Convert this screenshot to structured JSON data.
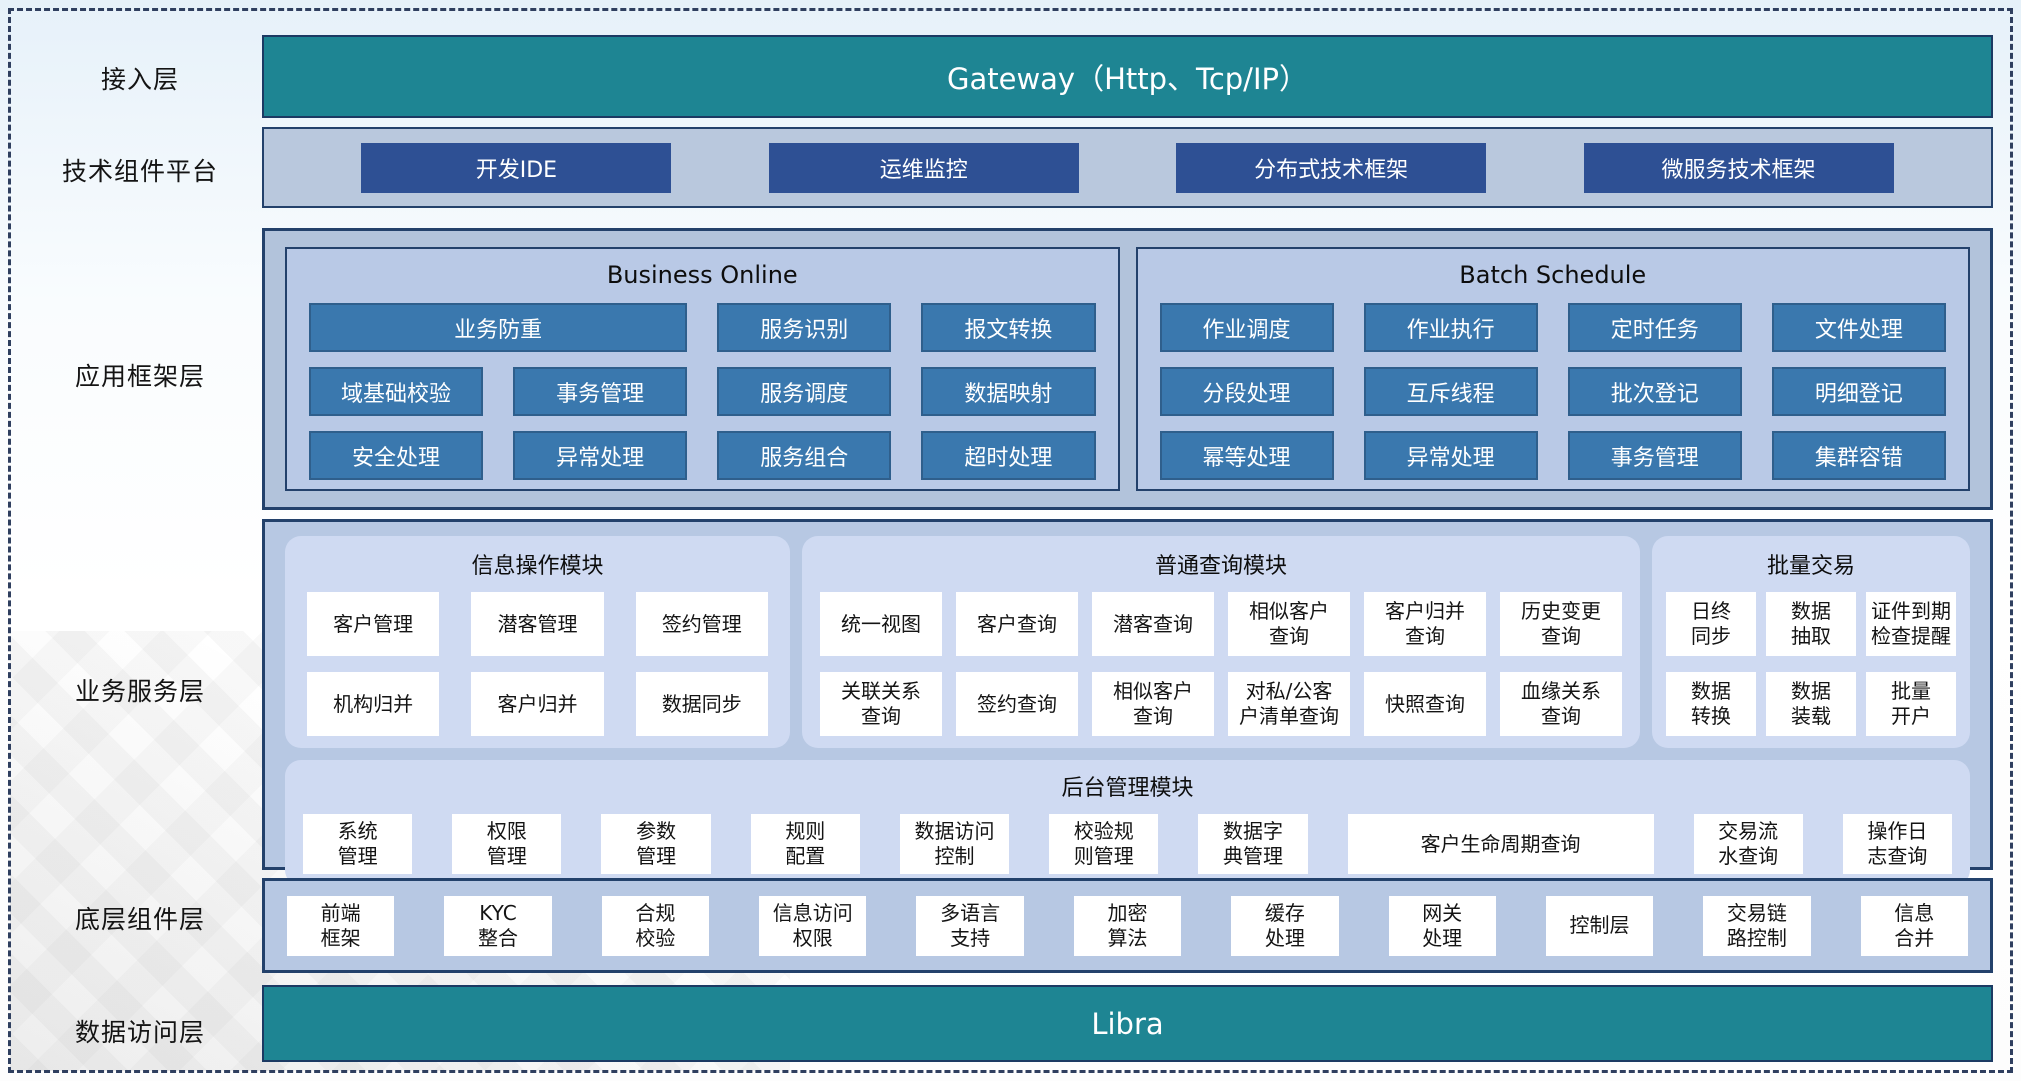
{
  "colors": {
    "teal": "#1e8593",
    "navy_button": "#2e5094",
    "mid_blue_button": "#3a78ae",
    "panel_steel": "#b7c8e3",
    "panel_lavender": "#cfdaf2"
  },
  "layers": {
    "access": {
      "label": "接入层",
      "bar": "Gateway（Http、Tcp/IP）"
    },
    "tech": {
      "label": "技术组件平台",
      "buttons": [
        "开发IDE",
        "运维监控",
        "分布式技术框架",
        "微服务技术框架"
      ]
    },
    "framework": {
      "label": "应用框架层",
      "online": {
        "title": "Business Online",
        "r1": [
          "业务防重",
          "服务识别",
          "报文转换"
        ],
        "r2": [
          "域基础校验",
          "事务管理",
          "服务调度",
          "数据映射"
        ],
        "r3": [
          "安全处理",
          "异常处理",
          "服务组合",
          "超时处理"
        ]
      },
      "batch": {
        "title": "Batch Schedule",
        "r1": [
          "作业调度",
          "作业执行",
          "定时任务",
          "文件处理"
        ],
        "r2": [
          "分段处理",
          "互斥线程",
          "批次登记",
          "明细登记"
        ],
        "r3": [
          "幂等处理",
          "异常处理",
          "事务管理",
          "集群容错"
        ]
      }
    },
    "business": {
      "label": "业务服务层",
      "info": {
        "title": "信息操作模块",
        "r1": [
          "客户管理",
          "潜客管理",
          "签约管理"
        ],
        "r2": [
          "机构归并",
          "客户归并",
          "数据同步"
        ]
      },
      "query": {
        "title": "普通查询模块",
        "r1": [
          "统一视图",
          "客户查询",
          "潜客查询",
          "相似客户\n查询",
          "客户归并\n查询",
          "历史变更\n查询"
        ],
        "r2": [
          "关联关系\n查询",
          "签约查询",
          "相似客户\n查询",
          "对私/公客\n户清单查询",
          "快照查询",
          "血缘关系\n查询"
        ]
      },
      "batch_trade": {
        "title": "批量交易",
        "r1": [
          "日终\n同步",
          "数据\n抽取",
          "证件到期\n检查提醒"
        ],
        "r2": [
          "数据\n转换",
          "数据\n装载",
          "批量\n开户"
        ]
      },
      "admin": {
        "title": "后台管理模块",
        "buttons": [
          "系统\n管理",
          "权限\n管理",
          "参数\n管理",
          "规则\n配置",
          "数据访问\n控制",
          "校验规\n则管理",
          "数据字\n典管理",
          "客户生命周期查询",
          "交易流\n水查询",
          "操作日\n志查询"
        ]
      }
    },
    "base": {
      "label": "底层组件层",
      "buttons": [
        "前端\n框架",
        "KYC\n整合",
        "合规\n校验",
        "信息访问\n权限",
        "多语言\n支持",
        "加密\n算法",
        "缓存\n处理",
        "网关\n处理",
        "控制层",
        "交易链\n路控制",
        "信息\n合并"
      ]
    },
    "data_access": {
      "label": "数据访问层",
      "bar": "Libra"
    }
  }
}
